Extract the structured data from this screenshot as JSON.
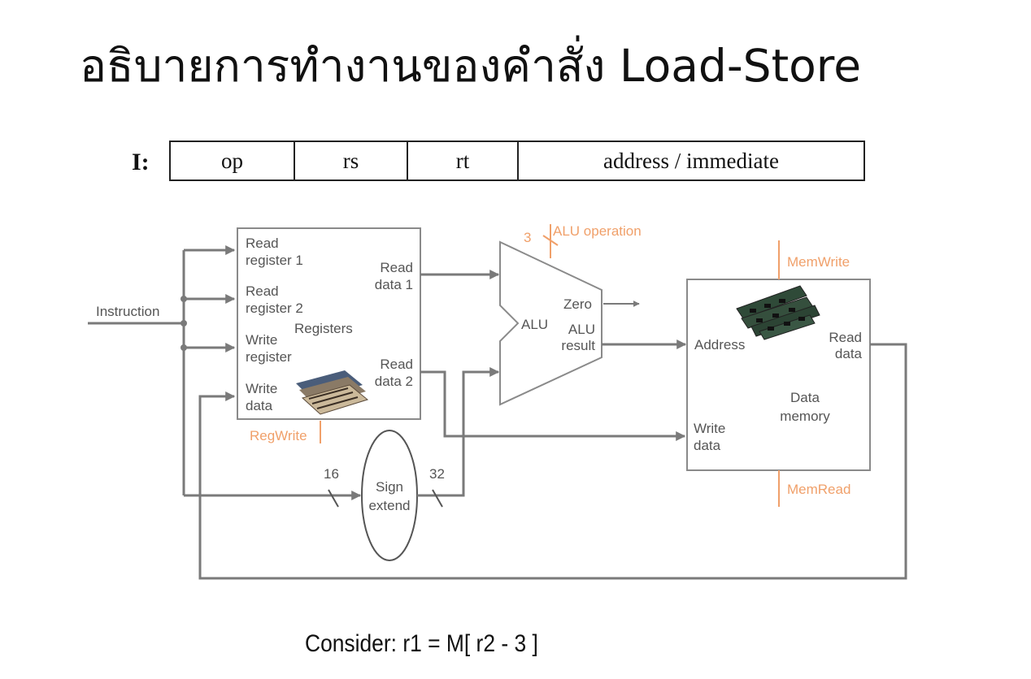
{
  "title": "อธิบายการทำงานของคำสั่ง Load-Store",
  "instruction_format": {
    "label": "I:",
    "fields": [
      "op",
      "rs",
      "rt",
      "address / immediate"
    ]
  },
  "diagram": {
    "input_label": "Instruction",
    "registers": {
      "read_register_1": [
        "Read",
        "register 1"
      ],
      "read_register_2": [
        "Read",
        "register 2"
      ],
      "write_register": [
        "Write",
        "register"
      ],
      "write_data": [
        "Write",
        "data"
      ],
      "title": "Registers",
      "read_data_1": [
        "Read",
        "data 1"
      ],
      "read_data_2": [
        "Read",
        "data 2"
      ],
      "control": "RegWrite"
    },
    "alu": {
      "label": "ALU",
      "zero": "Zero",
      "result": [
        "ALU",
        "result"
      ],
      "control": "ALU operation",
      "control_width": "3"
    },
    "sign_extend": {
      "label": [
        "Sign",
        "extend"
      ],
      "in_width": "16",
      "out_width": "32"
    },
    "data_memory": {
      "address": "Address",
      "write_data": [
        "Write",
        "data"
      ],
      "read_data": [
        "Read",
        "data"
      ],
      "title": [
        "Data",
        "memory"
      ],
      "write_control": "MemWrite",
      "read_control": "MemRead"
    },
    "colors": {
      "wire": "#7a7a7a",
      "control": "#f0a06a",
      "block_border": "#8a8a8a"
    }
  },
  "consider": "Consider:  r1 = M[ r2 - 3 ]"
}
